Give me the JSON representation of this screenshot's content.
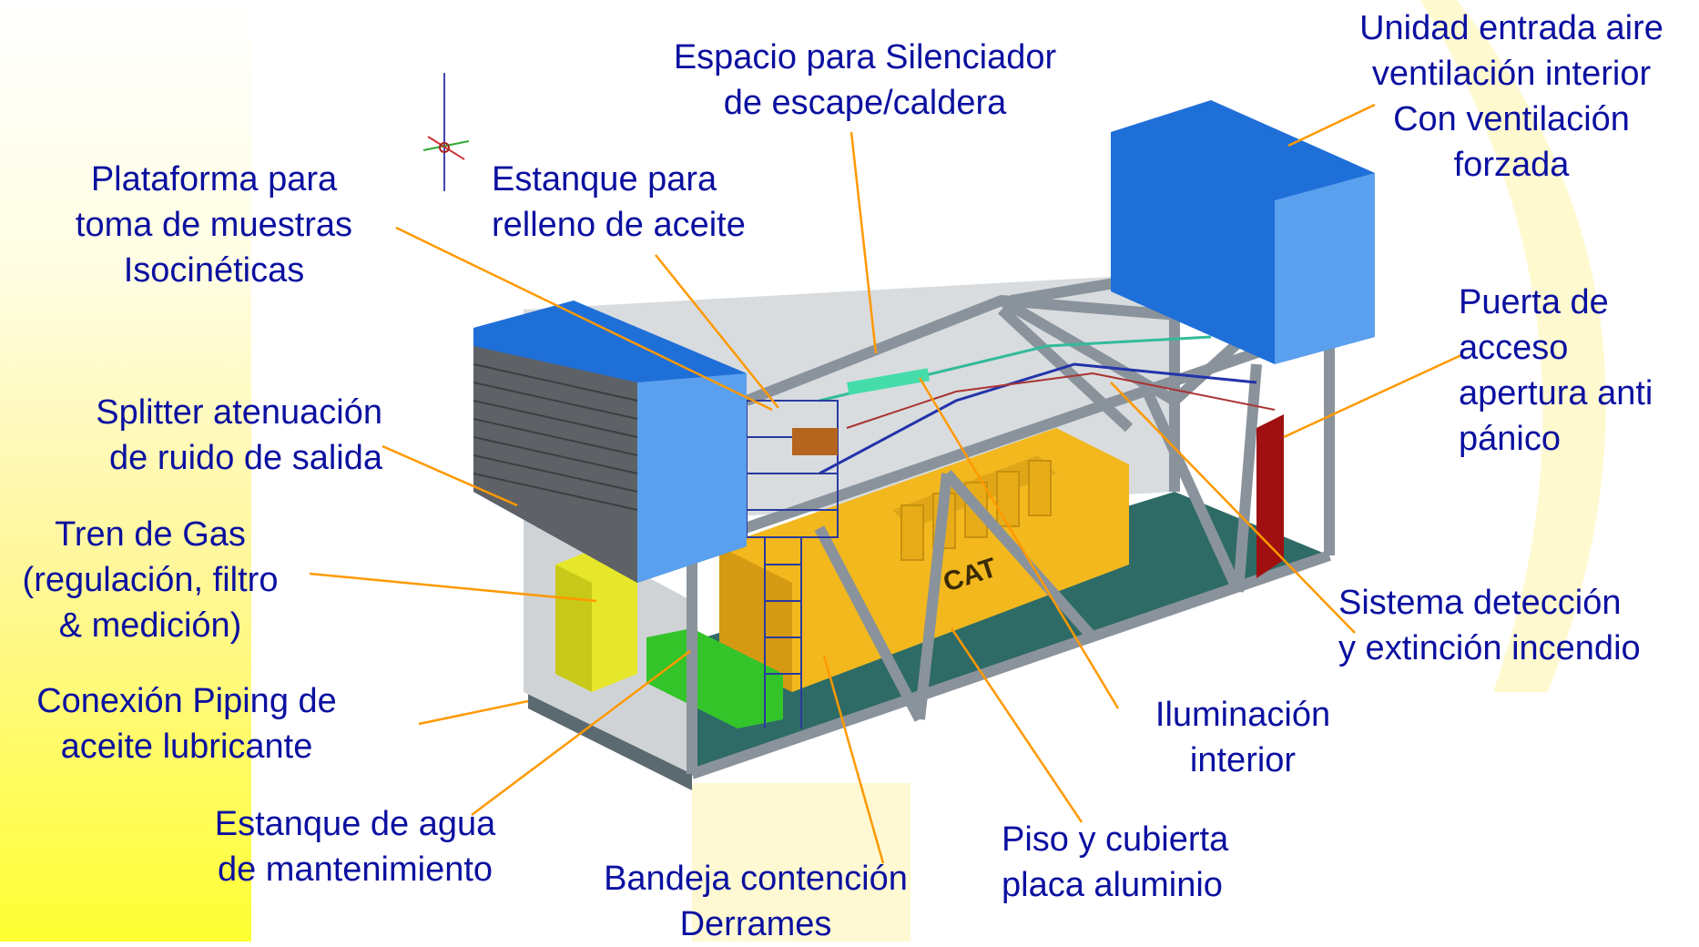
{
  "colors": {
    "label_text": "#0b10a0",
    "leader_line": "#ff9900",
    "frame": "#9aa4ad",
    "engine": "#f2b81e",
    "blue_box": "#1f6fd8",
    "floor": "#2e6b66",
    "door": "#a01010",
    "gas_train": "#e6e62a",
    "water_tank": "#33c42a"
  },
  "engine_logo": "CAT",
  "labels": {
    "silenciador": [
      "Espacio para Silenciador",
      "de escape/caldera"
    ],
    "unidad_aire": [
      "Unidad entrada aire",
      "ventilación interior",
      "Con ventilación",
      "forzada"
    ],
    "plataforma": [
      "Plataforma para",
      "toma de muestras",
      "Isocinéticas"
    ],
    "estanque_aceite": [
      "Estanque para",
      "relleno de aceite"
    ],
    "puerta": [
      "Puerta de",
      "acceso",
      "apertura anti",
      "pánico"
    ],
    "splitter": [
      "Splitter atenuación",
      "de ruido de salida"
    ],
    "tren_gas": [
      "Tren de Gas",
      "(regulación, filtro",
      "& medición)"
    ],
    "sistema_incendio": [
      "Sistema detección",
      "y extinción incendio"
    ],
    "conexion_piping": [
      "Conexión Piping de",
      "aceite lubricante"
    ],
    "iluminacion": [
      "Iluminación",
      "interior"
    ],
    "estanque_agua": [
      "Estanque de agua",
      "de mantenimiento"
    ],
    "piso": [
      "Piso y cubierta",
      "placa aluminio"
    ],
    "bandeja": [
      "Bandeja contención",
      "Derrames"
    ]
  }
}
